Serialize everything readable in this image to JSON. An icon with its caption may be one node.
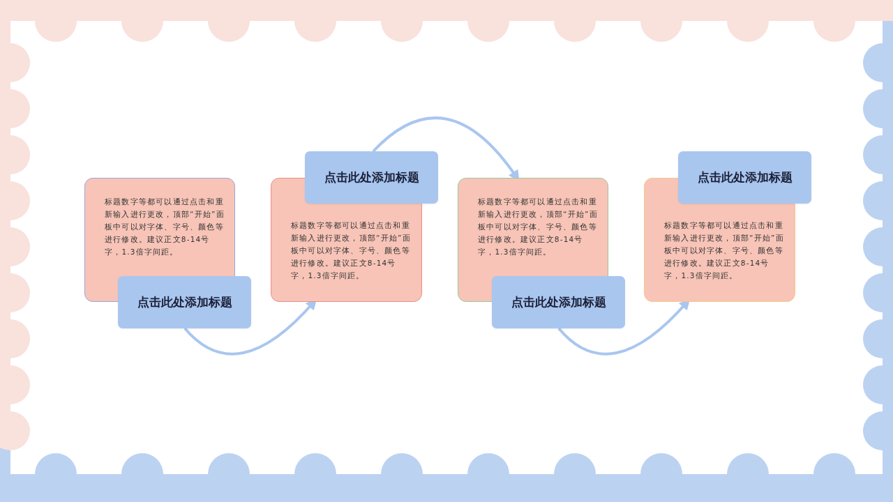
{
  "diagram": {
    "nodes": [
      {
        "text": [
          "标题数字等都可以通过点击和重新输入进行更改，顶部“开始”面板中可以对字体、字号、颜色等进行修改。建议正文8-14号字，1.3倍字间距。"
        ]
      },
      {
        "text": [
          "点击此处添加标题"
        ]
      },
      {
        "text": [
          "标题数字等都可以通过点击和重新输入进行更改，顶部“开始”面板中可以对字体、字号、颜色等进行修改。建议正文8-14号字，1.3倍字间距。"
        ]
      },
      {
        "text": [
          "点击此处添加标题"
        ]
      },
      {
        "text": [
          "标题数字等都可以通过点击和重新输入进行更改，顶部“开始”面板中可以对字体、字号、颜色等进行修改。建议正文8-14号字，1.3倍字间距。"
        ]
      },
      {
        "text": [
          "点击此处添加标题"
        ]
      },
      {
        "text": [
          "标题数字等都可以通过点击和重新输入进行更改，顶部“开始”面板中可以对字体、字号、颜色等进行修改。建议正文8-14号字，1.3倍字间距。"
        ]
      },
      {
        "text": [
          "点击此处添加标题"
        ]
      }
    ],
    "edges": [
      {
        "from": 1,
        "to": 2,
        "arrow": "to"
      },
      {
        "from": 3,
        "to": 4,
        "arrow": "to"
      },
      {
        "from": 5,
        "to": 6,
        "arrow": "to"
      }
    ]
  }
}
